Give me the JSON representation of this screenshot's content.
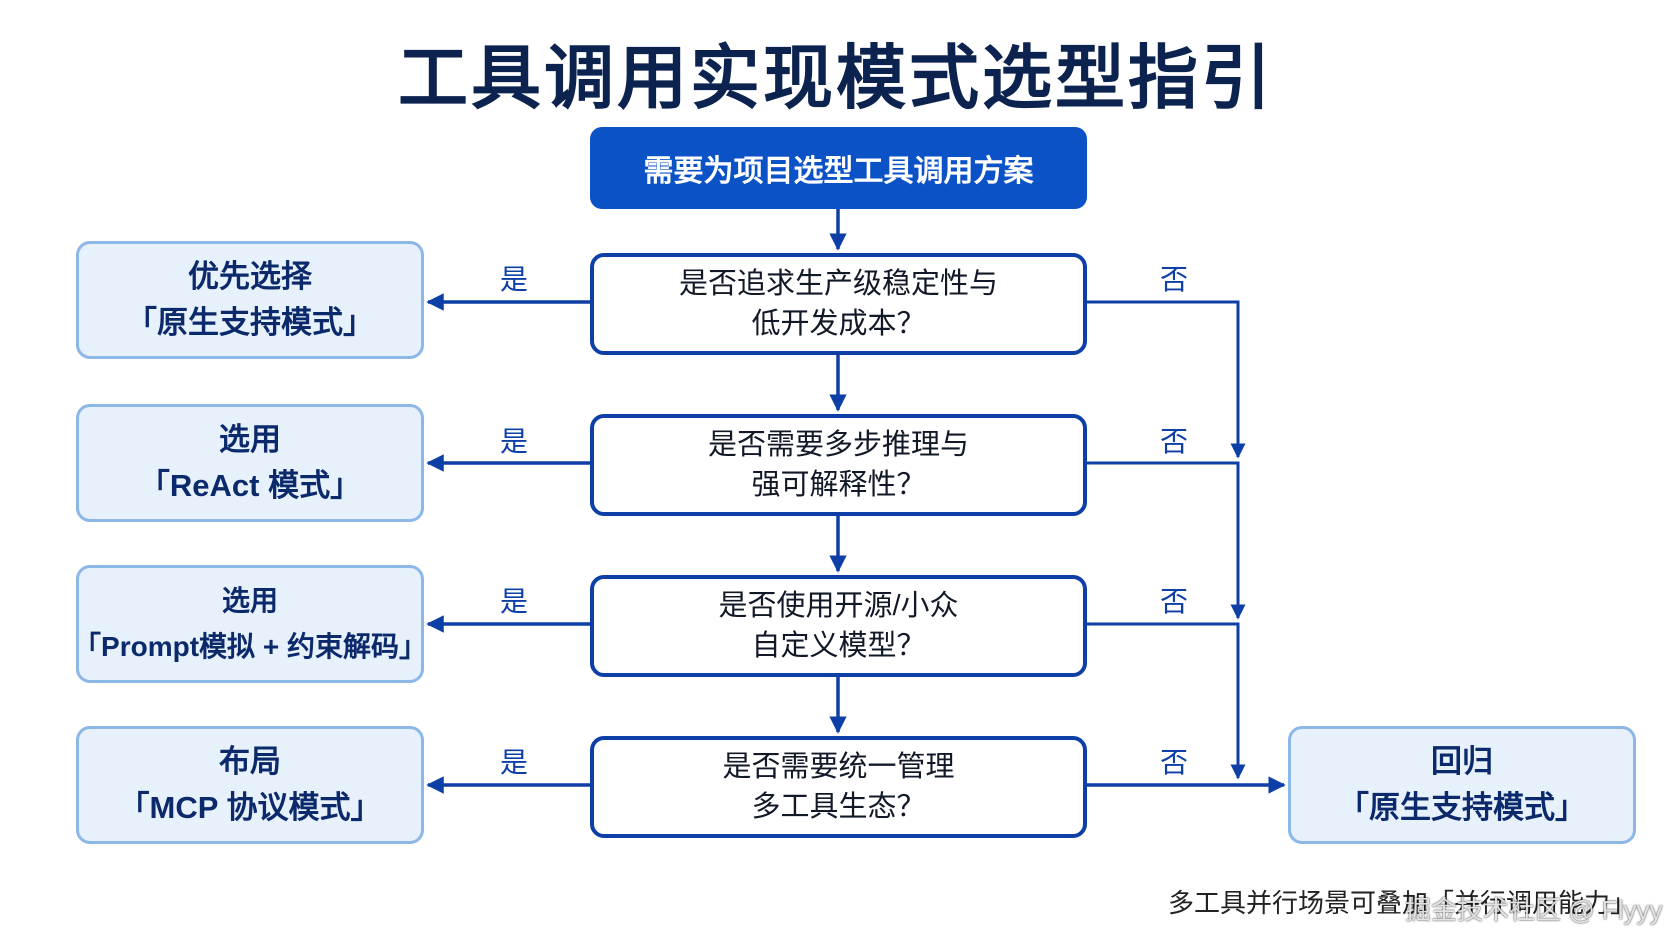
{
  "title": "工具调用实现模式选型指引",
  "start": "需要为项目选型工具调用方案",
  "decisions": [
    {
      "line1": "是否追求生产级稳定性与",
      "line2": "低开发成本？"
    },
    {
      "line1": "是否需要多步推理与",
      "line2": "强可解释性？"
    },
    {
      "line1": "是否使用开源/小众",
      "line2": "自定义模型？"
    },
    {
      "line1": "是否需要统一管理",
      "line2": "多工具生态？"
    }
  ],
  "results": [
    {
      "line1": "优先选择",
      "line2": "「原生支持模式」"
    },
    {
      "line1": "选用",
      "line2": "「ReAct 模式」"
    },
    {
      "line1": "选用",
      "line2": "「Prompt模拟 + 约束解码」"
    },
    {
      "line1": "布局",
      "line2": "「MCP 协议模式」"
    }
  ],
  "fallback": {
    "line1": "回归",
    "line2": "「原生支持模式」"
  },
  "yes_label": "是",
  "no_label": "否",
  "note": "多工具并行场景可叠加「并行调用能力」",
  "watermark": "掘金技术社区 @ Flyyy",
  "colors": {
    "title": "#0c2350",
    "primary": "#0b52c7",
    "decision_border": "#0d3fa6",
    "result_fill": "#e7f1fc",
    "result_border": "#8db7e6",
    "result_text": "#0c2a6b"
  }
}
